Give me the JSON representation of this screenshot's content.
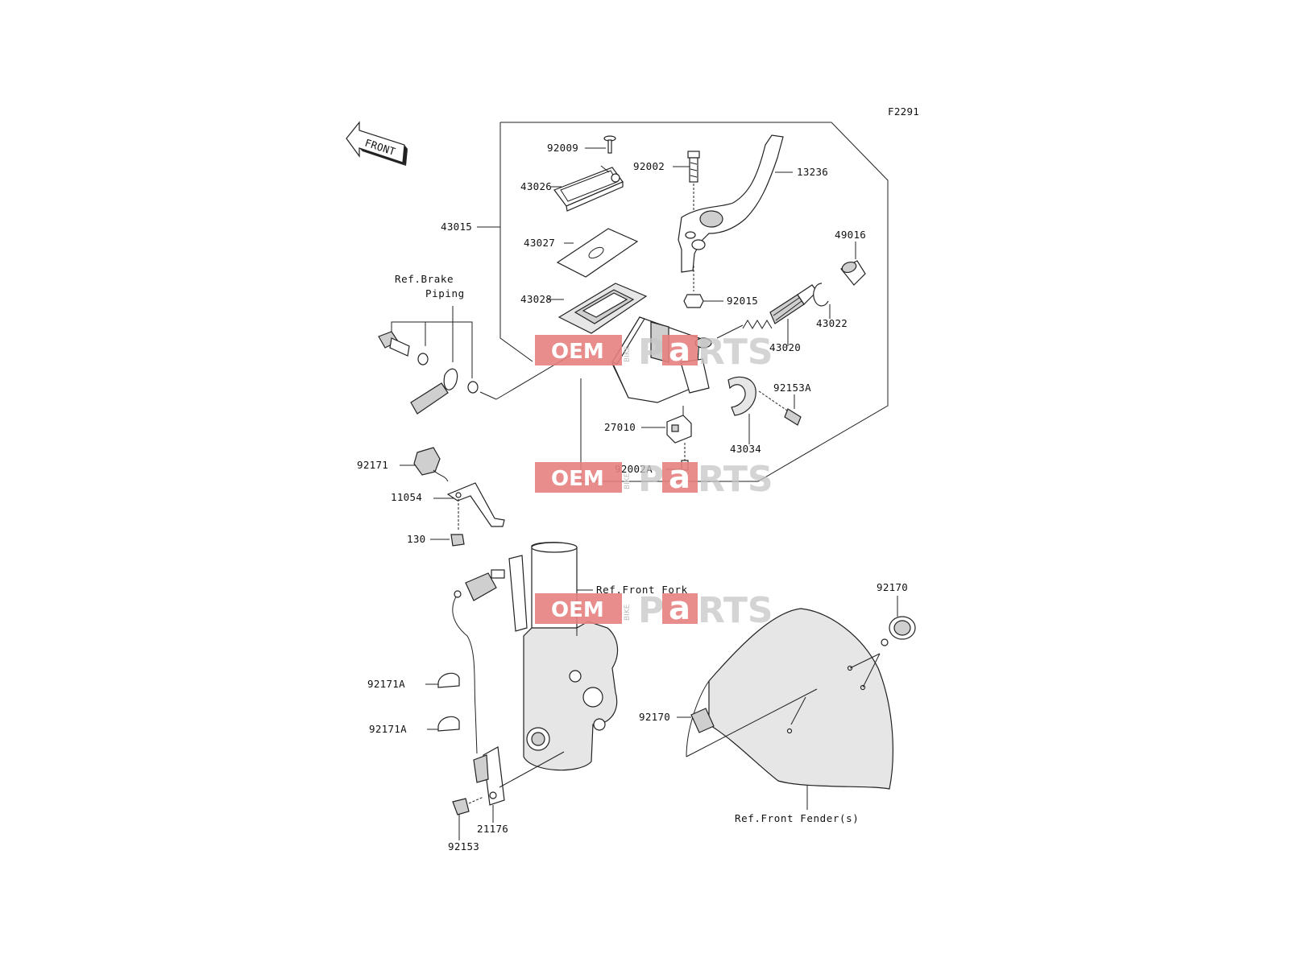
{
  "figure_code": "F2291",
  "front_marker": "FRONT",
  "watermark": {
    "oem": "OEM",
    "bike": "BIKE",
    "p": "P",
    "a": "a",
    "rts": "RTS"
  },
  "labels": {
    "p92009": "92009",
    "p92002": "92002",
    "p13236": "13236",
    "p43026": "43026",
    "p43015": "43015",
    "p43027": "43027",
    "p49016": "49016",
    "p43028": "43028",
    "p92015": "92015",
    "p43022": "43022",
    "p43020": "43020",
    "p92153A": "92153A",
    "p27010": "27010",
    "p43034": "43034",
    "p92002A": "92002A",
    "p92171": "92171",
    "p11054": "11054",
    "p130": "130",
    "p92170_top": "92170",
    "p92171A_1": "92171A",
    "p92171A_2": "92171A",
    "p92170_mid": "92170",
    "p21176": "21176",
    "p92153": "92153"
  },
  "references": {
    "brake_piping_line1": "Ref.Brake",
    "brake_piping_line2": "Piping",
    "front_fork": "Ref.Front Fork",
    "front_fender": "Ref.Front Fender(s)"
  }
}
